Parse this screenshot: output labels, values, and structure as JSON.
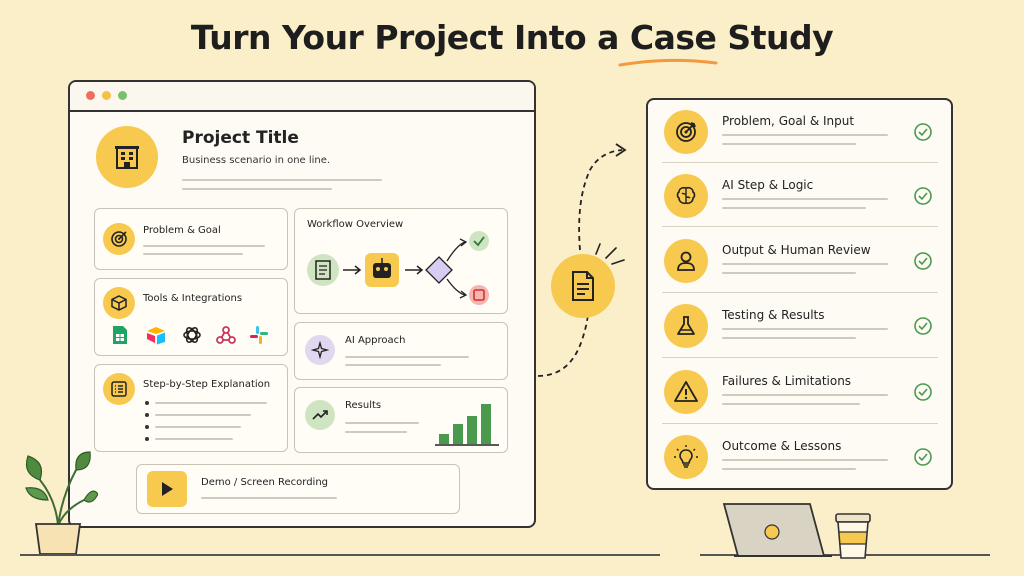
{
  "header": {
    "title": "Turn Your Project Into a Case Study"
  },
  "browser": {
    "project_title": "Project Title",
    "project_subtitle": "Business scenario in one line.",
    "cards": {
      "problem_goal": "Problem & Goal",
      "tools": "Tools & Integrations",
      "steps": "Step-by-Step Explanation",
      "workflow": "Workflow Overview",
      "ai_approach": "AI Approach",
      "results": "Results",
      "demo": "Demo / Screen Recording"
    }
  },
  "checklist": {
    "items": [
      {
        "label": "Problem, Goal & Input",
        "icon": "target-icon"
      },
      {
        "label": "AI Step & Logic",
        "icon": "brain-icon"
      },
      {
        "label": "Output & Human Review",
        "icon": "person-icon"
      },
      {
        "label": "Testing & Results",
        "icon": "flask-icon"
      },
      {
        "label": "Failures & Limitations",
        "icon": "warning-icon"
      },
      {
        "label": "Outcome & Lessons",
        "icon": "lightbulb-icon"
      }
    ]
  },
  "colors": {
    "accent_yellow": "#f7c94f",
    "success_green": "#4a9a4e",
    "background": "#fbefc9",
    "error_red": "#e05a4e",
    "underline_orange": "#f19a3e"
  }
}
